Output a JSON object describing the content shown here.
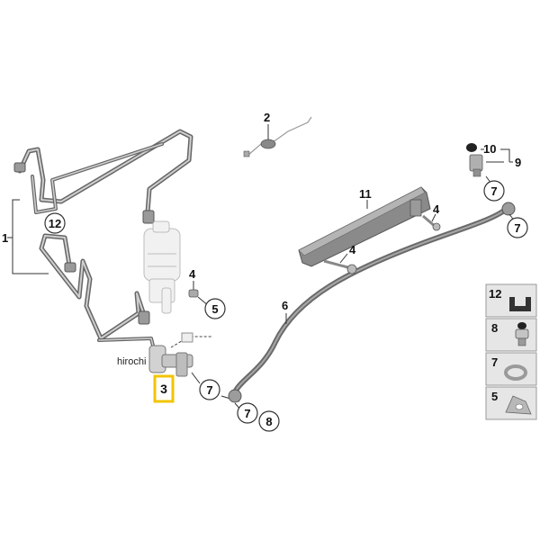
{
  "watermark": "hirochi",
  "labels": {
    "part1": "1",
    "part2": "2",
    "part3": "3",
    "part4a": "4",
    "part4b": "4",
    "part4c": "4",
    "part6": "6",
    "part9": "9",
    "part10": "10",
    "part11": "11"
  },
  "callouts": {
    "c12": "12",
    "c5": "5",
    "c7_a": "7",
    "c7_b": "7",
    "c8": "8",
    "c7_top": "7",
    "c7_right": "7"
  },
  "legend": [
    {
      "number": "12",
      "icon": "clip-icon"
    },
    {
      "number": "8",
      "icon": "bleed-screw-icon"
    },
    {
      "number": "7",
      "icon": "seal-ring-icon"
    },
    {
      "number": "5",
      "icon": "bracket-plate-icon"
    }
  ],
  "colors": {
    "highlight": "#f2c400",
    "line": "#555555",
    "pipe": "#6e6e6e",
    "part": "#d9d9d9",
    "legend_bg": "#e6e6e6"
  }
}
